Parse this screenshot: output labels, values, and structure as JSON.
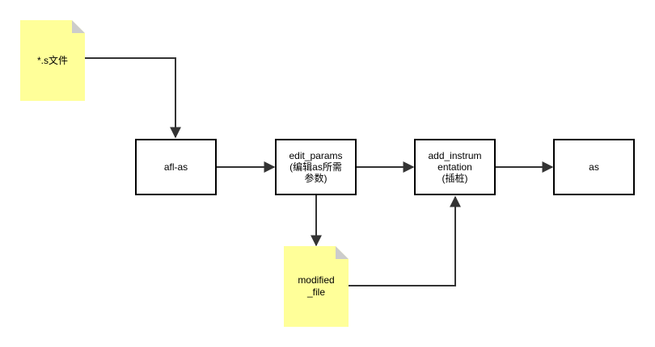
{
  "colors": {
    "note_fill": "#ffff99",
    "note_fold": "#cccccc",
    "box_stroke": "#000000",
    "edge_stroke": "#333333"
  },
  "nodes": {
    "s_file": {
      "label": "*.s文件"
    },
    "afl_as": {
      "label": "afl-as"
    },
    "edit_params": {
      "line1": "edit_params",
      "line2": "(编辑as所需",
      "line3": "参数)"
    },
    "add_instrumentation": {
      "line1": "add_instrum",
      "line2": "entation",
      "line3": "(插桩)"
    },
    "as": {
      "label": "as"
    },
    "modified_file": {
      "line1": "modified",
      "line2": "_file"
    }
  },
  "edges": [
    {
      "from": "s_file",
      "to": "afl_as"
    },
    {
      "from": "afl_as",
      "to": "edit_params"
    },
    {
      "from": "edit_params",
      "to": "add_instrumentation"
    },
    {
      "from": "add_instrumentation",
      "to": "as"
    },
    {
      "from": "edit_params",
      "to": "modified_file"
    },
    {
      "from": "modified_file",
      "to": "add_instrumentation"
    }
  ]
}
